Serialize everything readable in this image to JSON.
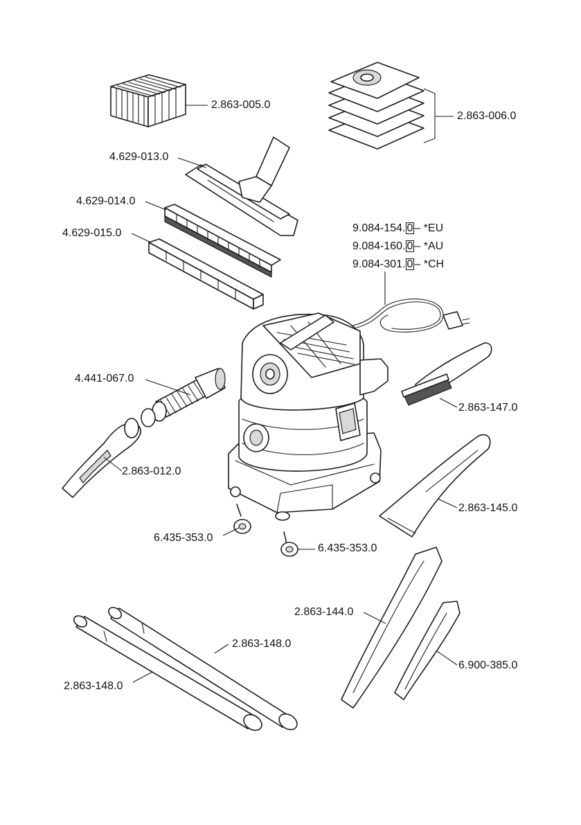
{
  "labels": {
    "filter_cartridge": "2.863-005.0",
    "filter_bags": "2.863-006.0",
    "floor_nozzle": "4.629-013.0",
    "brush_strip": "4.629-014.0",
    "rubber_strip": "4.629-015.0",
    "cable_eu_num": "9.084-154.",
    "cable_eu_digit": "0",
    "cable_eu_region": "*EU",
    "cable_au_num": "9.084-160.",
    "cable_au_digit": "0",
    "cable_au_region": "*AU",
    "cable_ch_num": "9.084-301.",
    "cable_ch_digit": "0",
    "cable_ch_region": "*CH",
    "suction_hose": "4.441-067.0",
    "hand_brush": "2.863-147.0",
    "elbow": "2.863-012.0",
    "upholstery_nozzle": "2.863-145.0",
    "castor_left": "6.435-353.0",
    "castor_right": "6.435-353.0",
    "crevice_nozzle_large": "2.863-144.0",
    "tube_right": "2.863-148.0",
    "tube_left": "2.863-148.0",
    "crevice_nozzle_small": "6.900-385.0"
  }
}
